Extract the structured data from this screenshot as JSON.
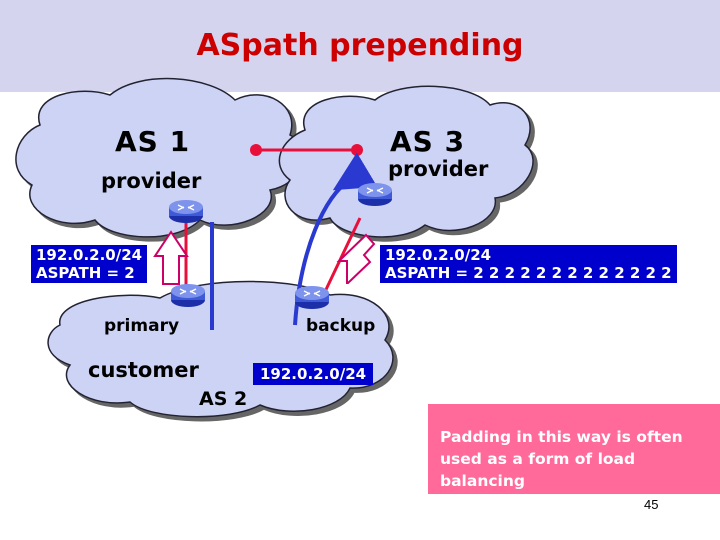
{
  "title": "ASpath prepending",
  "as1": {
    "name": "AS 1",
    "role": "provider"
  },
  "as3": {
    "name": "AS 3",
    "role": "provider"
  },
  "as2": {
    "name": "AS 2",
    "role": "customer"
  },
  "left_advert": {
    "prefix": "192.0.2.0/24",
    "aspath": "ASPATH = 2"
  },
  "right_advert": {
    "prefix": "192.0.2.0/24",
    "aspath": "ASPATH = 2 2 2 2 2 2 2 2 2 2 2 2 2"
  },
  "primary_label": "primary",
  "backup_label": "backup",
  "customer_prefix": "192.0.2.0/24",
  "note": "Padding in this way is often used as a form of load balancing",
  "page_number": "45",
  "colors": {
    "title": "#cc0000",
    "title_bar": "#d4d4ee",
    "cloud": "#cdd3f5",
    "advert_box": "#0000cc",
    "note_box": "#ff6a9b",
    "link_red": "#e8103a",
    "link_blue": "#2a3ad0"
  }
}
